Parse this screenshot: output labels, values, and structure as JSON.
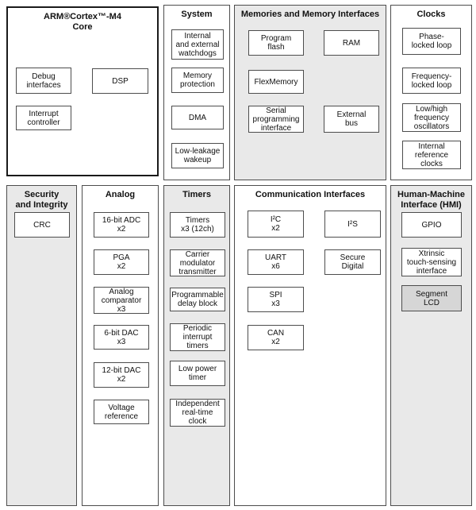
{
  "colors": {
    "section_fill_gray": "#e9e9e9",
    "segment_lcd_fill": "#d6d6d6",
    "border": "#4d4d4d",
    "text": "#111111"
  },
  "sections": {
    "core": {
      "title": "ARM®Cortex™-M4\nCore",
      "boxes": {
        "debug": "Debug\ninterfaces",
        "dsp": "DSP",
        "interrupt": "Interrupt\ncontroller"
      }
    },
    "system": {
      "title": "System",
      "boxes": [
        "Internal\nand external\nwatchdogs",
        "Memory\nprotection",
        "DMA",
        "Low-leakage\nwakeup"
      ]
    },
    "memories": {
      "title": "Memories and Memory Interfaces",
      "left": [
        "Program\nflash",
        "FlexMemory",
        "Serial\nprogramming\ninterface"
      ],
      "right": [
        "RAM",
        "External\nbus"
      ]
    },
    "clocks": {
      "title": "Clocks",
      "boxes": [
        "Phase-\nlocked loop",
        "Frequency-\nlocked loop",
        "Low/high\nfrequency\noscillators",
        "Internal\nreference\nclocks"
      ]
    },
    "security": {
      "title": "Security\nand Integrity",
      "boxes": [
        "CRC"
      ]
    },
    "analog": {
      "title": "Analog",
      "boxes": [
        "16-bit ADC\nx2",
        "PGA\nx2",
        "Analog\ncomparator\nx3",
        "6-bit DAC\nx3",
        "12-bit DAC\nx2",
        "Voltage\nreference"
      ]
    },
    "timers": {
      "title": "Timers",
      "boxes": [
        "Timers\nx3 (12ch)",
        "Carrier\nmodulator\ntransmitter",
        "Programmable\ndelay block",
        "Periodic\ninterrupt\ntimers",
        "Low power\ntimer",
        "Independent\nreal-time\nclock"
      ]
    },
    "comm": {
      "title": "Communication Interfaces",
      "left": [
        "I²C\nx2",
        "UART\nx6",
        "SPI\nx3",
        "CAN\nx2"
      ],
      "right": [
        "I²S",
        "Secure\nDigital"
      ]
    },
    "hmi": {
      "title": "Human-Machine\nInterface (HMI)",
      "boxes": [
        "GPIO",
        "Xtrinsic\ntouch-sensing\ninterface",
        "Segment\nLCD"
      ]
    }
  }
}
